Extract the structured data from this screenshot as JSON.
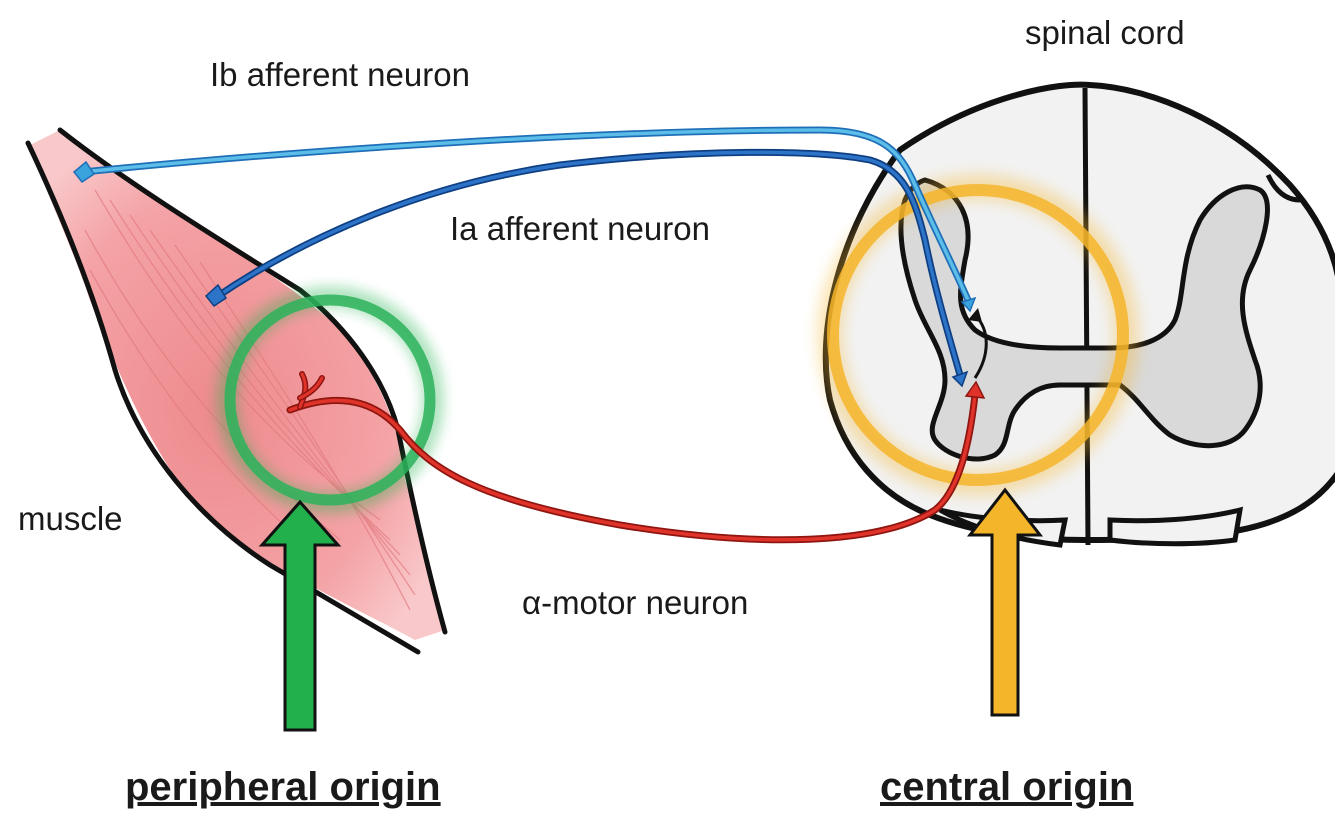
{
  "labels": {
    "spinal_cord": "spinal cord",
    "ib_afferent": "Ib afferent neuron",
    "ia_afferent": "Ia afferent neuron",
    "muscle": "muscle",
    "motor_neuron": "α-motor neuron",
    "peripheral_origin": "peripheral origin",
    "central_origin": "central origin"
  },
  "colors": {
    "muscle_fill": "#f4a3a6",
    "ib_neuron": "#3aa2dc",
    "ia_neuron": "#1f5fb0",
    "motor_neuron": "#d2241c",
    "peripheral_highlight": "#1fb04a",
    "central_highlight": "#f5b52a",
    "gray_matter": "#d9d9d9",
    "white_matter": "#f2f2f2"
  }
}
